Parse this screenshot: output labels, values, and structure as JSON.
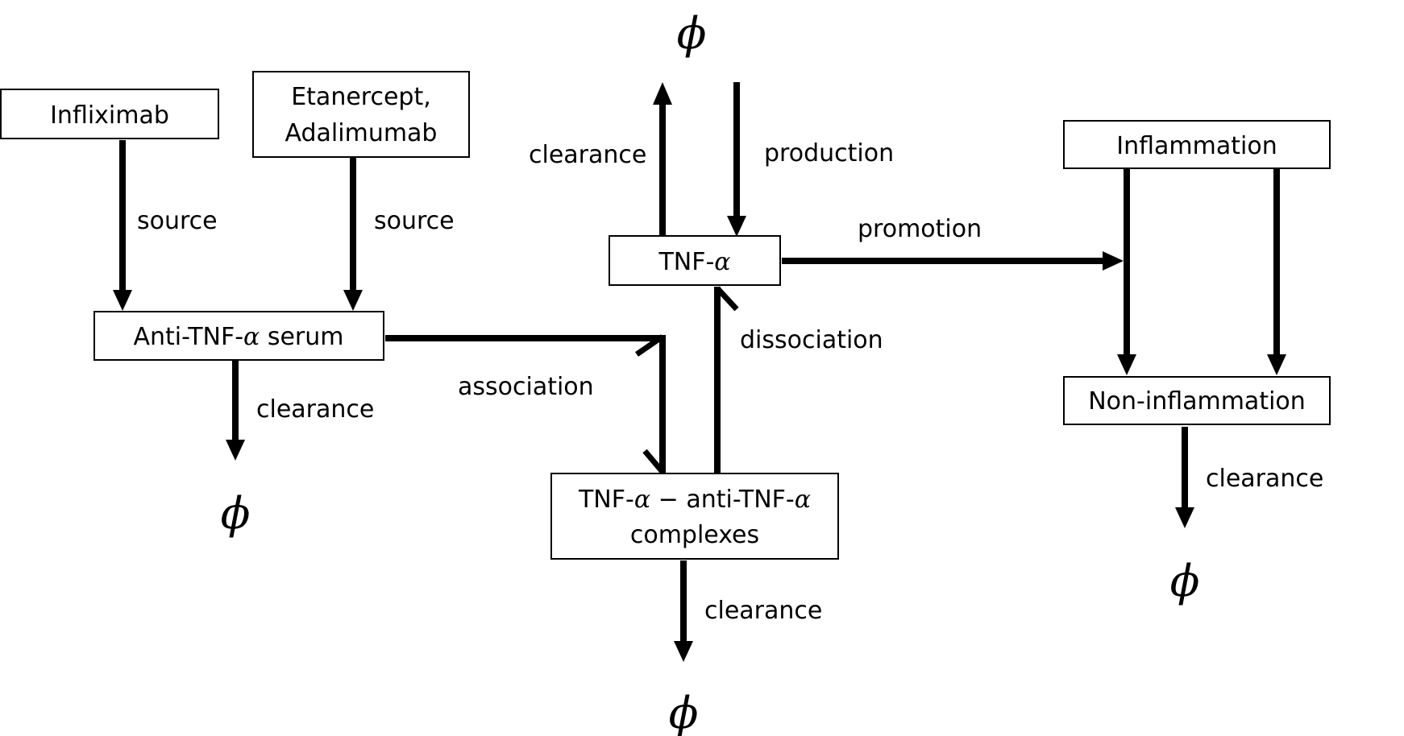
{
  "nodes": {
    "infliximab": "Infliximab",
    "etanercept_line1": "Etanercept,",
    "etanercept_line2": "Adalimumab",
    "anti_tnf_serum_prefix": "Anti-TNF-",
    "anti_tnf_serum_alpha": "α",
    "anti_tnf_serum_suffix": " serum",
    "tnf_prefix": "TNF-",
    "tnf_alpha": "α",
    "complex_line1_a": "TNF-",
    "complex_line1_alpha1": "α",
    "complex_line1_b": " − anti-TNF-",
    "complex_line1_alpha2": "α",
    "complex_line2": "complexes",
    "inflammation": "Inflammation",
    "non_inflammation": "Non-inflammation"
  },
  "edges": {
    "source_infliximab": "source",
    "source_etanercept": "source",
    "clearance_serum": "clearance",
    "association": "association",
    "dissociation": "dissociation",
    "clearance_tnf": "clearance",
    "production": "production",
    "promotion": "promotion",
    "clearance_complexes": "clearance",
    "clearance_noninflammation": "clearance"
  },
  "sinks": {
    "symbol": "ϕ"
  }
}
